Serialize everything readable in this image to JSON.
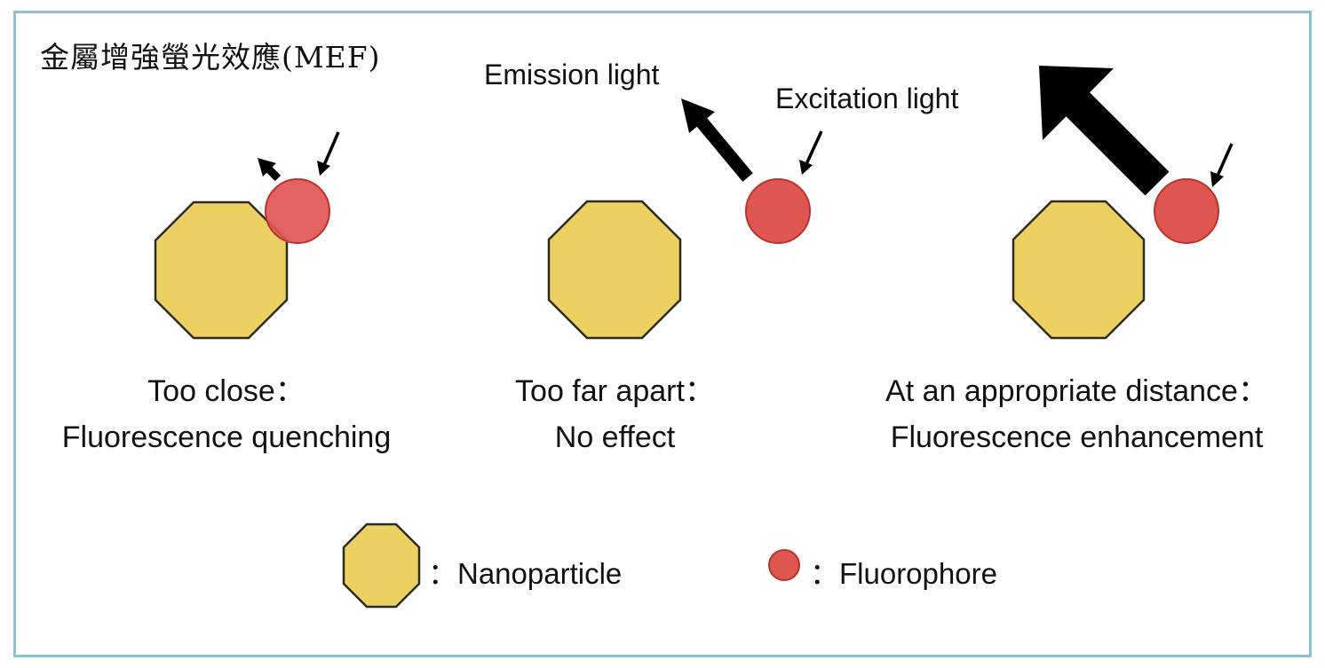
{
  "title": "金屬增強螢光效應(MEF)",
  "labels": {
    "emission": "Emission light",
    "excitation": "Excitation light"
  },
  "panels": [
    {
      "line1": "Too close：",
      "line2": "Fluorescence quenching"
    },
    {
      "line1": "Too far apart：",
      "line2": "No effect"
    },
    {
      "line1": "At an appropriate distance：",
      "line2": "Fluorescence enhancement"
    }
  ],
  "legend": {
    "nanoparticle": "：Nanoparticle",
    "fluorophore": "：Fluorophore"
  },
  "colors": {
    "nanoparticle_fill": "#ecd062",
    "nanoparticle_stroke": "#2b2b1a",
    "fluorophore_fill": "#df5651",
    "fluorophore_stroke": "#b9322e",
    "frame": "#8fbfd6"
  }
}
